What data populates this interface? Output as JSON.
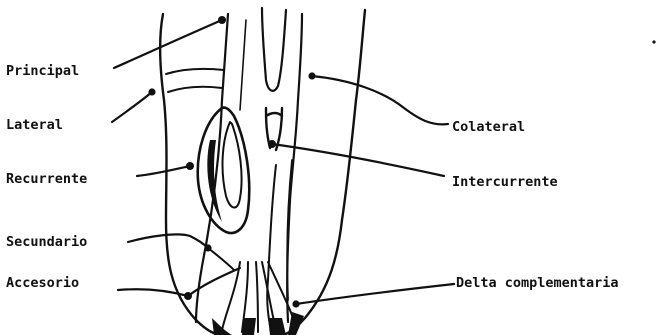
{
  "labels": {
    "principal": "Principal",
    "lateral": "Lateral",
    "recurrente": "Recurrente",
    "secundario": "Secundario",
    "accesorio": "Accesorio",
    "colateral": "Colateral",
    "intercurrente": "Intercurrente",
    "delta": "Delta complementaria"
  },
  "colors": {
    "ink": "#111111",
    "background": "#ffffff"
  }
}
